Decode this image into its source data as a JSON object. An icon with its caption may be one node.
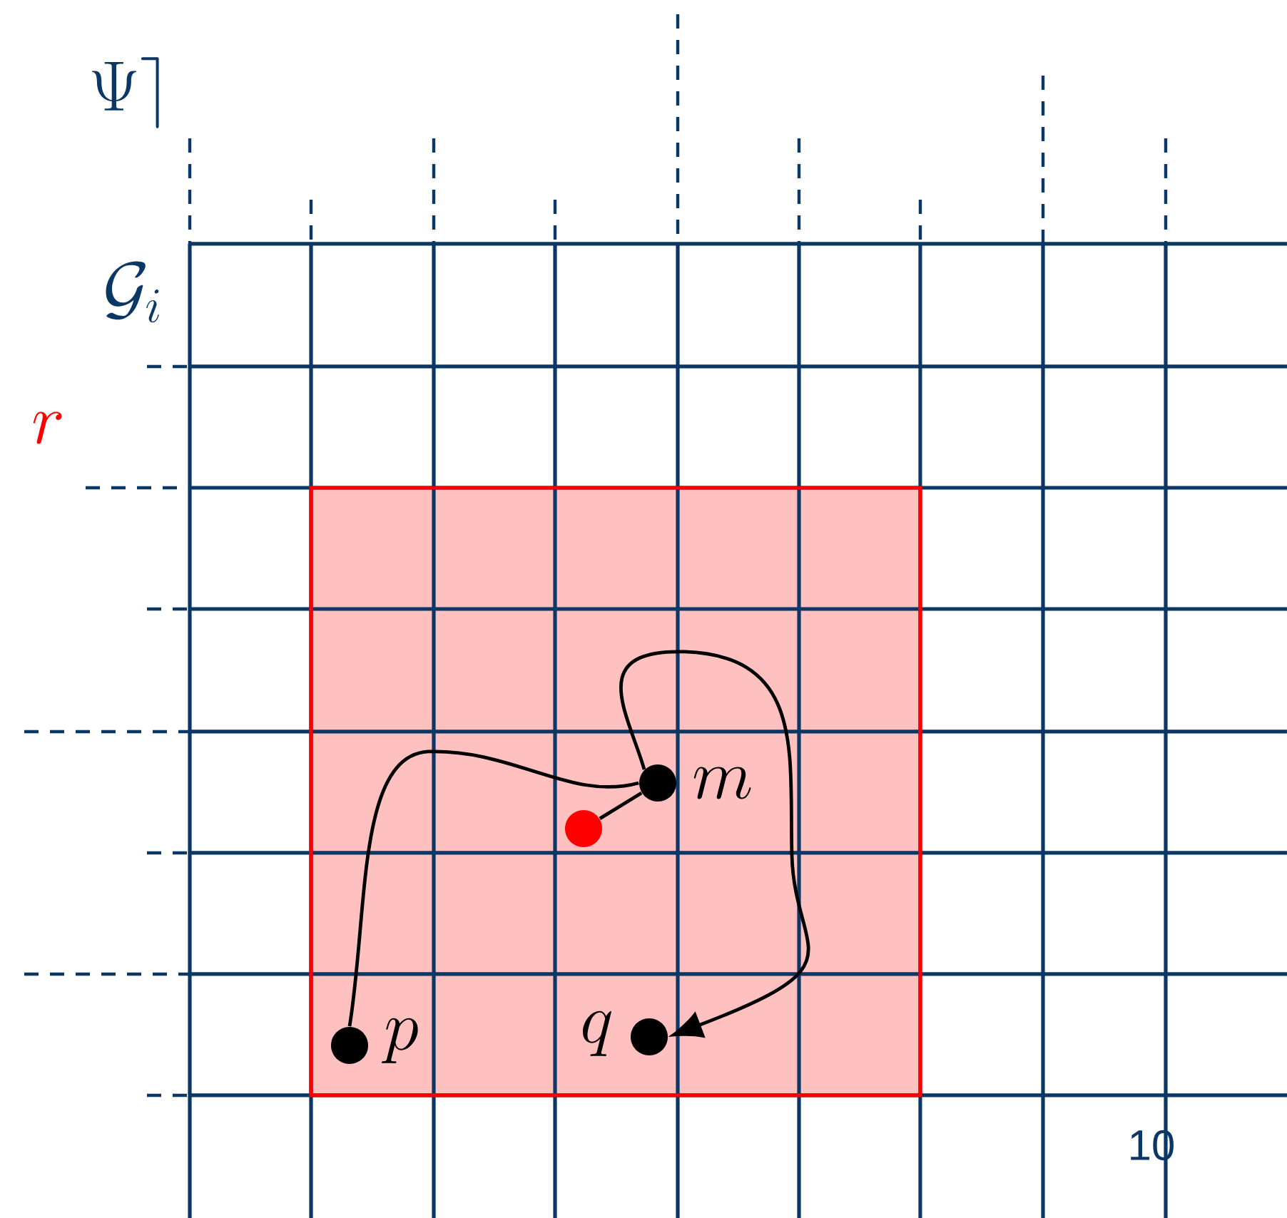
{
  "diagram": {
    "nodes": [
      {
        "text": [],
        "shape": "circle",
        "beside": [
          "p"
        ]
      },
      {
        "text": [],
        "shape": "circle",
        "beside": [
          "m"
        ]
      },
      {
        "text": [],
        "shape": "circle"
      },
      {
        "text": [],
        "shape": "circle",
        "beside": [
          "q"
        ]
      }
    ],
    "edges": [
      {
        "from": 0,
        "to": 1,
        "arrow": "none"
      },
      {
        "from": 1,
        "to": 2,
        "arrow": "none"
      },
      {
        "from": 1,
        "to": 3,
        "arrow": "to"
      }
    ],
    "labels": [
      "\\Psi\\rceil",
      "\\mathcal{G}_i",
      "r",
      "10"
    ]
  }
}
